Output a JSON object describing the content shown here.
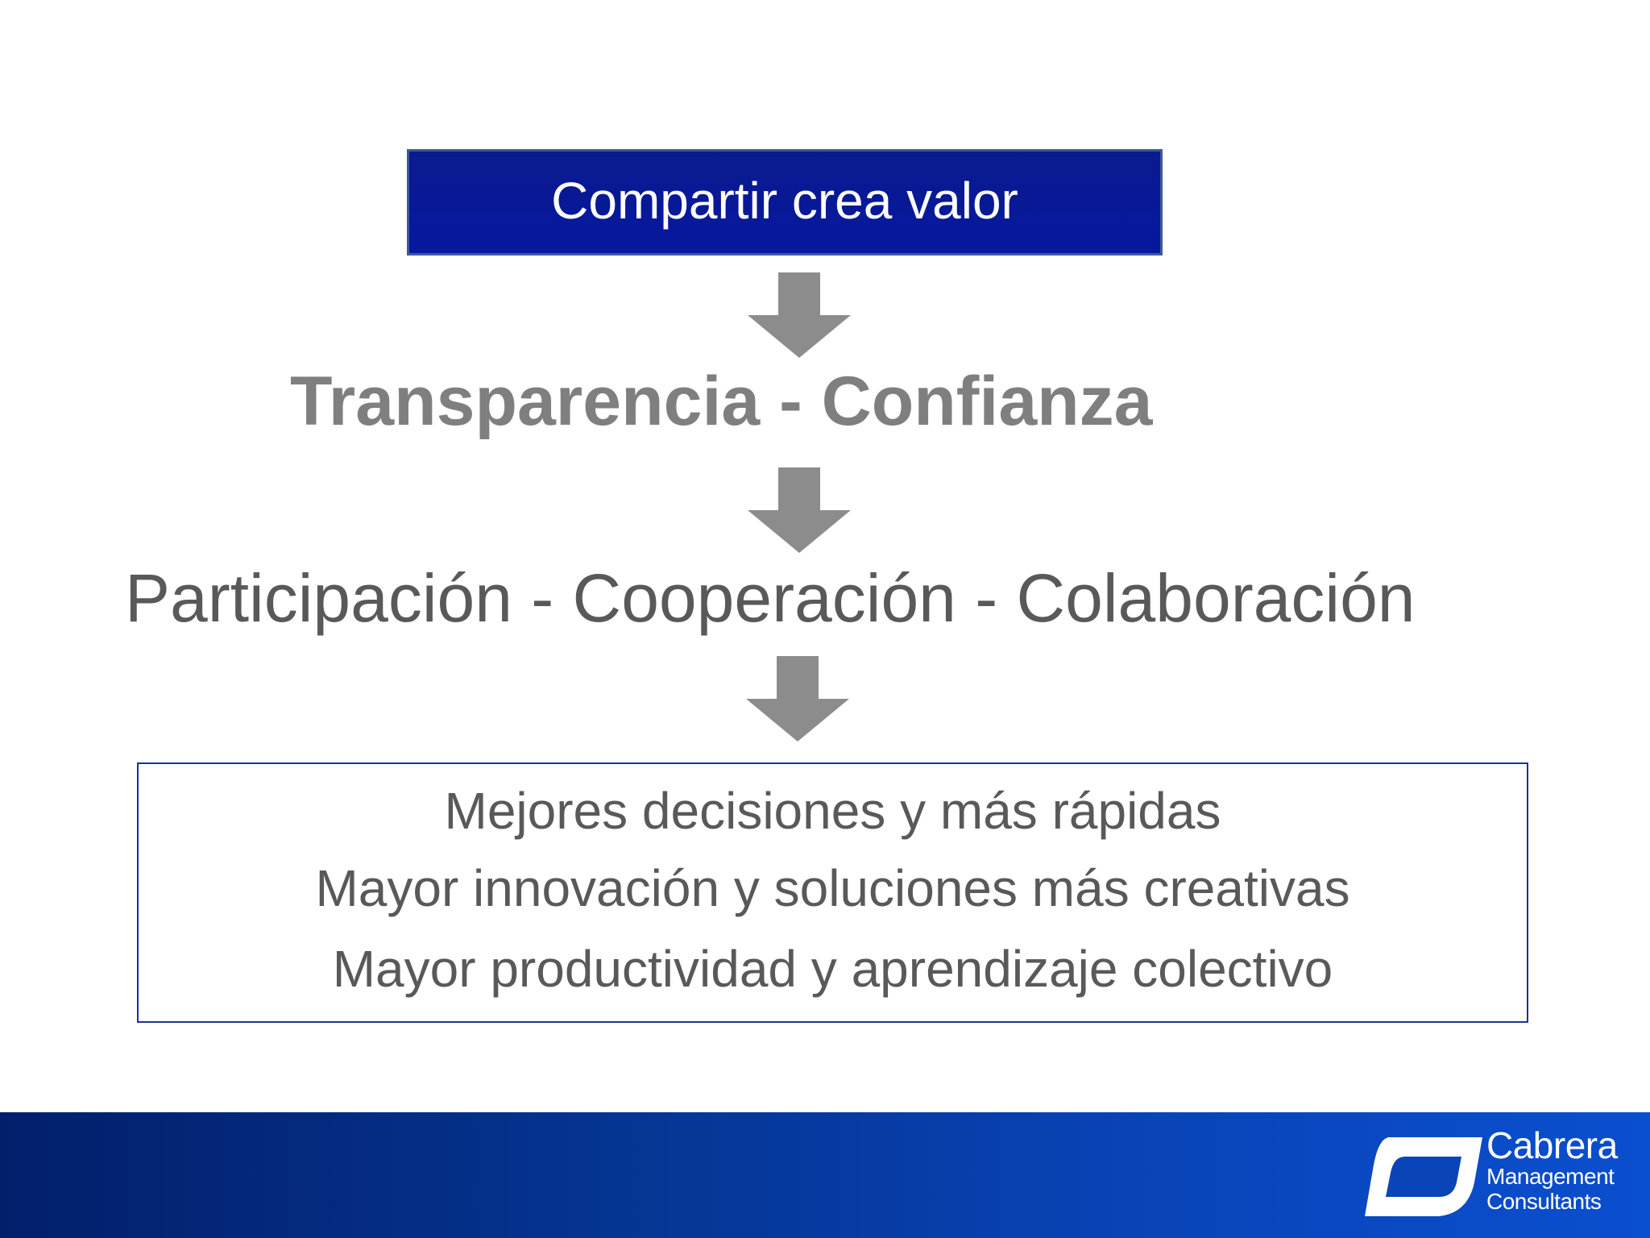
{
  "diagram": {
    "top_box": "Compartir crea valor",
    "level_2": "Transparencia - Confianza",
    "level_3": "Participación - Cooperación - Colaboración",
    "results": [
      "Mejores decisiones y más rápidas",
      "Mayor innovación y soluciones más creativas",
      "Mayor productividad y aprendizaje colectivo"
    ]
  },
  "footer": {
    "logo_name": "Cabrera",
    "logo_line_1": "Management",
    "logo_line_2": "Consultants"
  },
  "colors": {
    "top_box_fill": "#0a1a8e",
    "arrow": "#8c8c8c",
    "bold_text": "#7f7f7f",
    "body_text": "#595959",
    "results_border": "#1f2f9a",
    "footer_start": "#021f6b",
    "footer_end": "#0a4fcf"
  }
}
